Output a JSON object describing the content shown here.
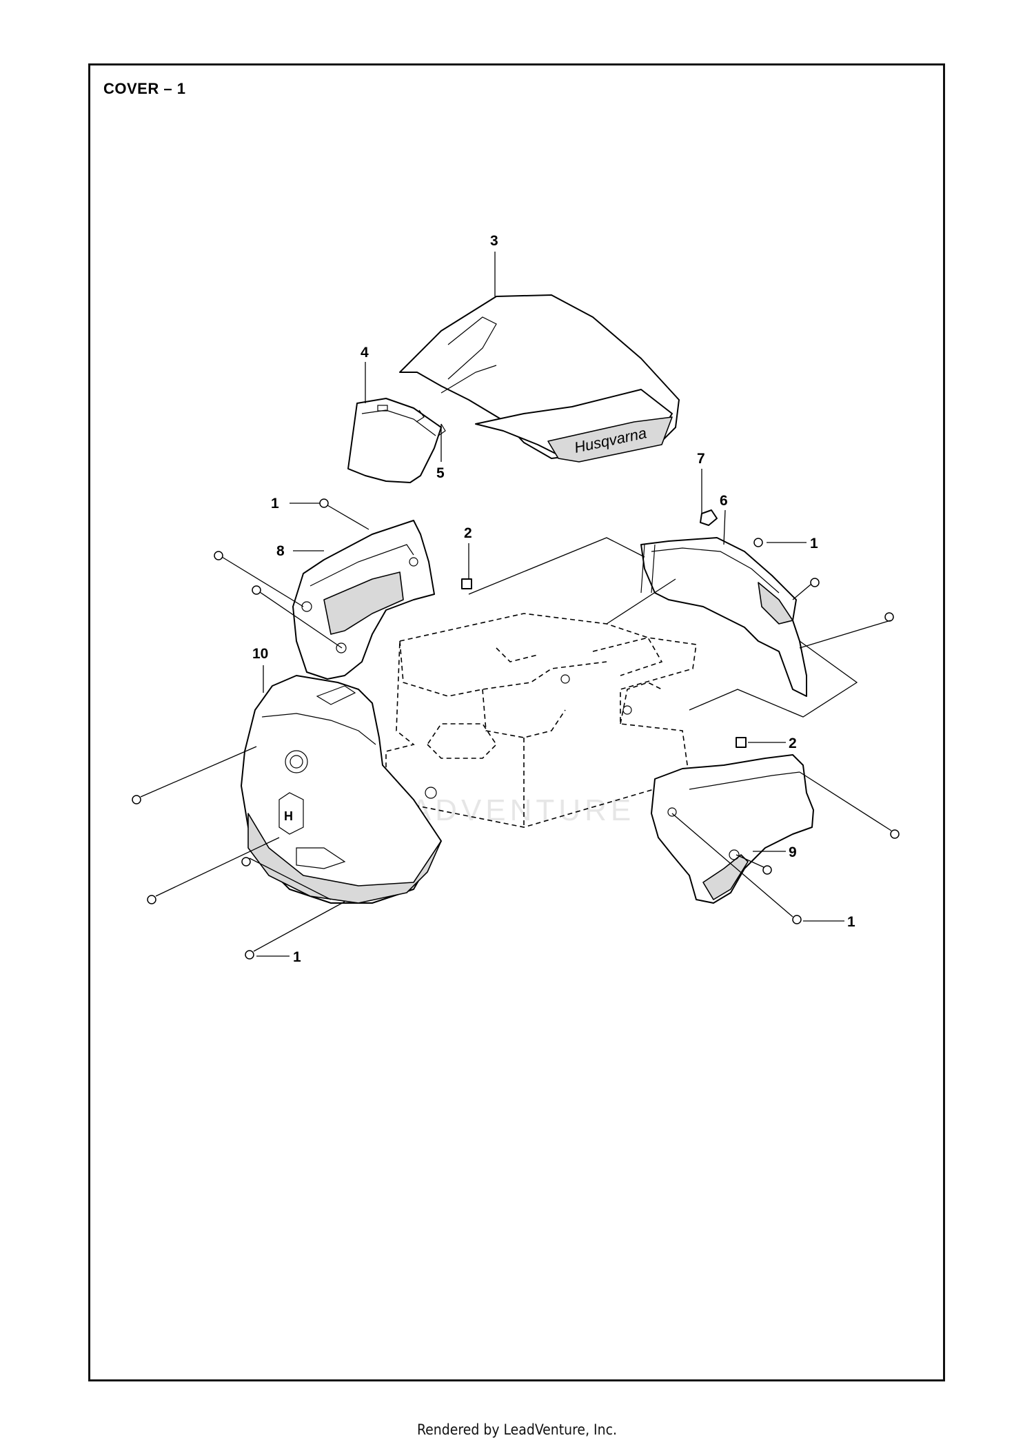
{
  "diagram": {
    "title": "COVER – 1",
    "callouts": [
      {
        "label": "3"
      },
      {
        "label": "4"
      },
      {
        "label": "5"
      },
      {
        "label": "7"
      },
      {
        "label": "6"
      },
      {
        "label": "1"
      },
      {
        "label": "2"
      },
      {
        "label": "8"
      },
      {
        "label": "1"
      },
      {
        "label": "10"
      },
      {
        "label": "2"
      },
      {
        "label": "9"
      },
      {
        "label": "1"
      },
      {
        "label": "1"
      }
    ],
    "brand_logo": "Husqvarna",
    "watermark": "LEADVENTURE"
  },
  "footer": {
    "text": "Rendered by LeadVenture, Inc."
  }
}
